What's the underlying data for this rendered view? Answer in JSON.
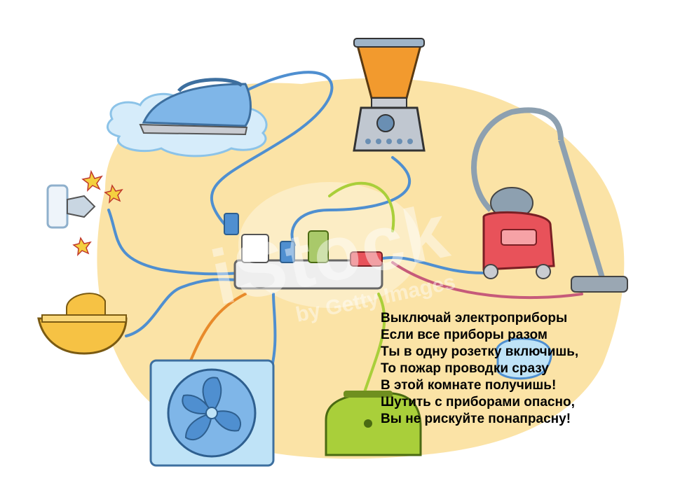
{
  "poem": {
    "lines": [
      "Выключай электроприборы",
      "Если все приборы разом",
      "Ты в одну розетку включишь,",
      "То пожар проводки сразу",
      "В этой комнате получишь!",
      "Шутить с приборами опасно,",
      "Вы не рискуйте понапрасну!"
    ]
  },
  "watermark": {
    "main": "iStock",
    "sub": "by Getty Images"
  },
  "colors": {
    "background_blob": "#fbe3a6",
    "cord": "#4f8fd0",
    "iron": "#7fb6e8",
    "blender_jar": "#f29a2e",
    "vacuum": "#e8525a",
    "fan_frame": "#bfe3f7",
    "toaster": "#a9cf3a",
    "juicer": "#f6c244",
    "text": "#000000"
  },
  "illustration": {
    "items": [
      "iron-icon",
      "blender-icon",
      "vacuum-cleaner-icon",
      "wall-socket-sparks-icon",
      "citrus-juicer-icon",
      "fan-icon",
      "toaster-icon",
      "kettle-icon",
      "power-strip-icon"
    ]
  }
}
